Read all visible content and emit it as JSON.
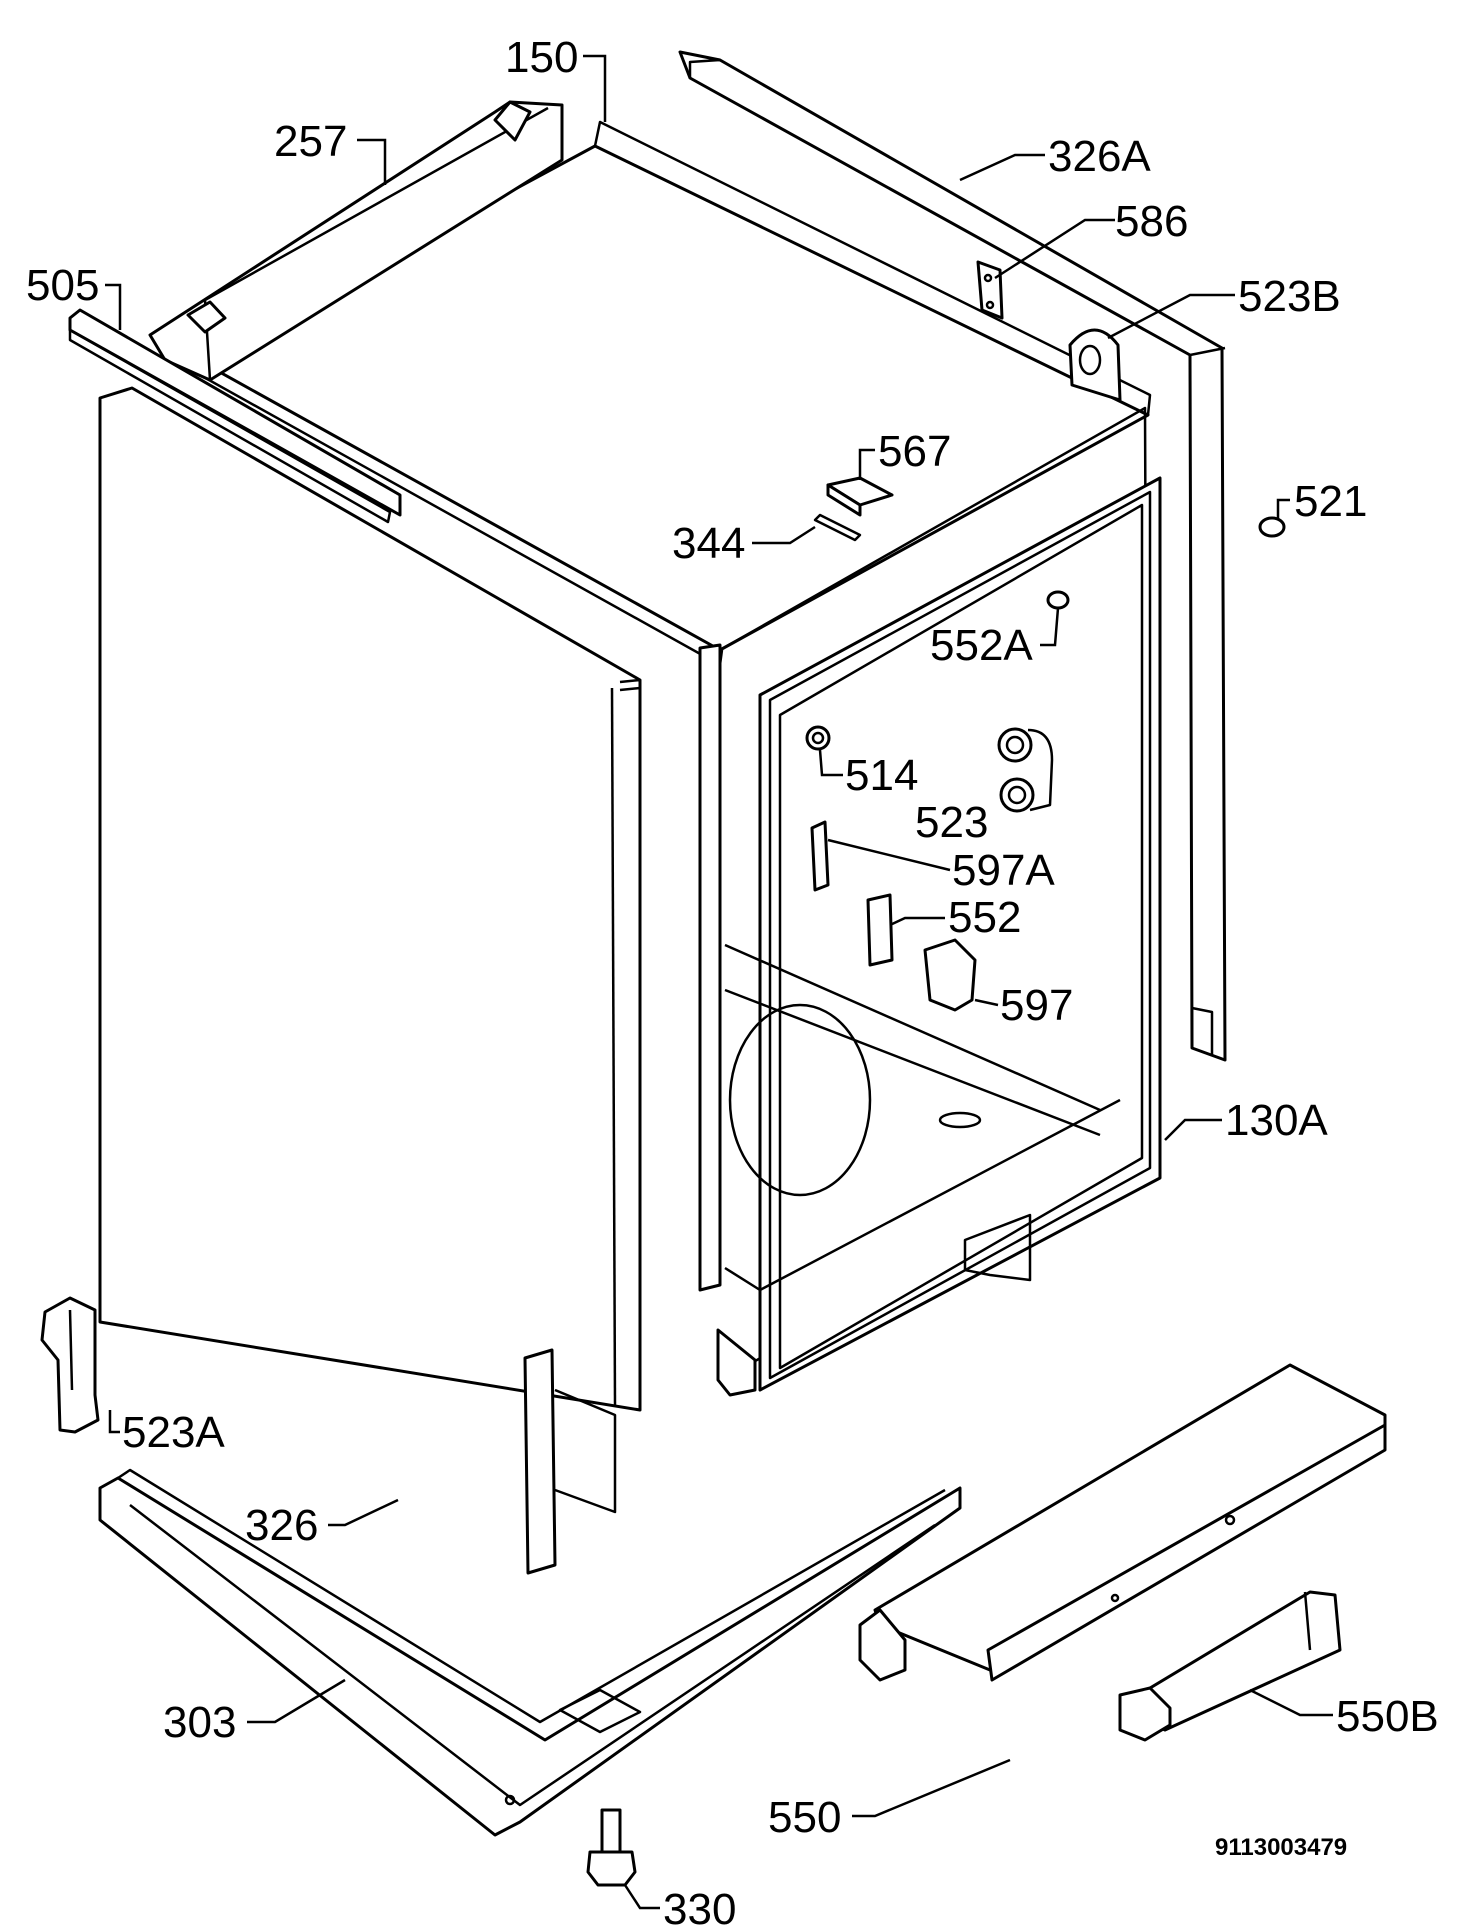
{
  "diagram": {
    "document_number": "9113003479",
    "callouts": {
      "c150": "150",
      "c257": "257",
      "c326A": "326A",
      "c586": "586",
      "c523B": "523B",
      "c505": "505",
      "c567": "567",
      "c344": "344",
      "c521": "521",
      "c552A": "552A",
      "c514": "514",
      "c523": "523",
      "c597A": "597A",
      "c552": "552",
      "c597": "597",
      "c130A": "130A",
      "c523A": "523A",
      "c326": "326",
      "c303": "303",
      "c550": "550",
      "c550B": "550B",
      "c330": "330"
    }
  }
}
